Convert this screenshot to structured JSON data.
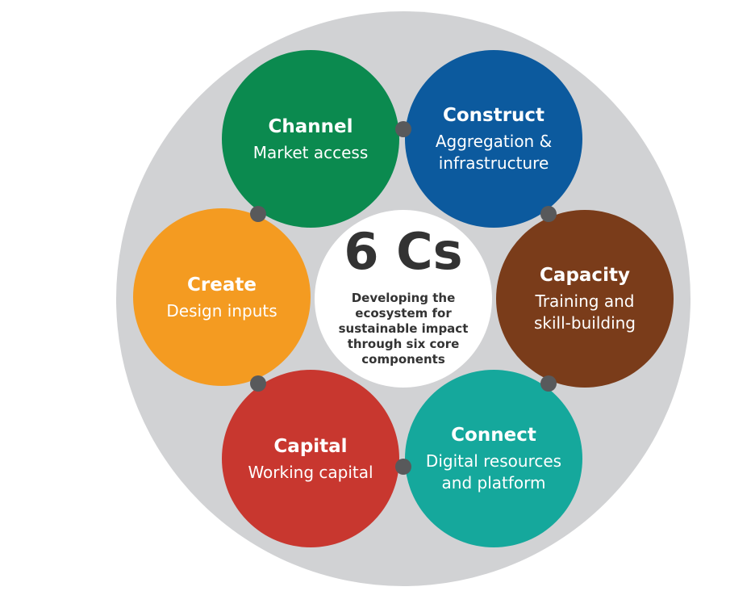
{
  "center": {
    "title": "6 Cs",
    "lines": [
      "Developing the",
      "ecosystem for",
      "sustainable impact",
      "through six core",
      "components"
    ]
  },
  "components": [
    {
      "name": "Channel",
      "desc": [
        "Market access"
      ],
      "color": "#0b8a4f"
    },
    {
      "name": "Construct",
      "desc": [
        "Aggregation &",
        "infrastructure"
      ],
      "color": "#0c5a9e"
    },
    {
      "name": "Capacity",
      "desc": [
        "Training and",
        "skill-building"
      ],
      "color": "#7a3c1a"
    },
    {
      "name": "Connect",
      "desc": [
        "Digital resources",
        "and platform"
      ],
      "color": "#15a89c"
    },
    {
      "name": "Capital",
      "desc": [
        "Working capital"
      ],
      "color": "#c8372f"
    },
    {
      "name": "Create",
      "desc": [
        "Design inputs"
      ],
      "color": "#f49b21"
    }
  ],
  "colors": {
    "background_ring": "#d1d2d4",
    "connector": "#58595b",
    "center": "#ffffff"
  }
}
